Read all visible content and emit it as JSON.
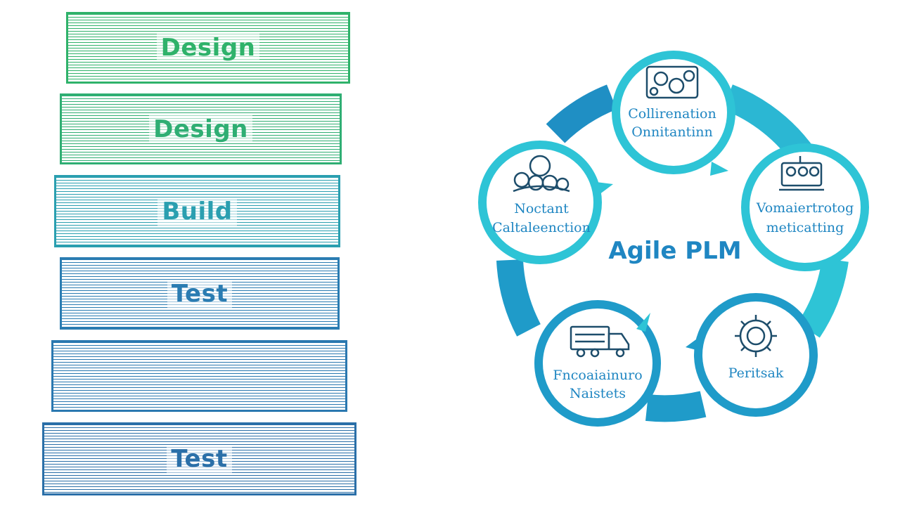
{
  "stages": [
    {
      "label": "Design",
      "color": "#2fb26a"
    },
    {
      "label": "Design",
      "color": "#2fae73"
    },
    {
      "label": "Build",
      "color": "#2a9fb0"
    },
    {
      "label": "Test",
      "color": "#2a7cb2"
    },
    {
      "label": "",
      "color": "#2a78b0"
    },
    {
      "label": "Test",
      "color": "#2a6fa8"
    }
  ],
  "cycle": {
    "center_label": "Agile PLM",
    "nodes": [
      {
        "line1": "Collirenation",
        "line2": "Onnitantinn",
        "icon": "gears-board-icon"
      },
      {
        "line1": "Vomaiertrotog",
        "line2": "meticatting",
        "icon": "factory-icon"
      },
      {
        "line1": "Peritsak",
        "line2": "",
        "icon": "gear-icon"
      },
      {
        "line1": "Fncoaiainuro",
        "line2": "Naistets",
        "icon": "truck-icon"
      },
      {
        "line1": "Noctant",
        "line2": "Caltaleenction",
        "icon": "people-icon"
      }
    ],
    "colors": {
      "ring_dark": "#1f9bc9",
      "ring_light": "#2ec4d6",
      "text": "#1f86c2"
    }
  }
}
